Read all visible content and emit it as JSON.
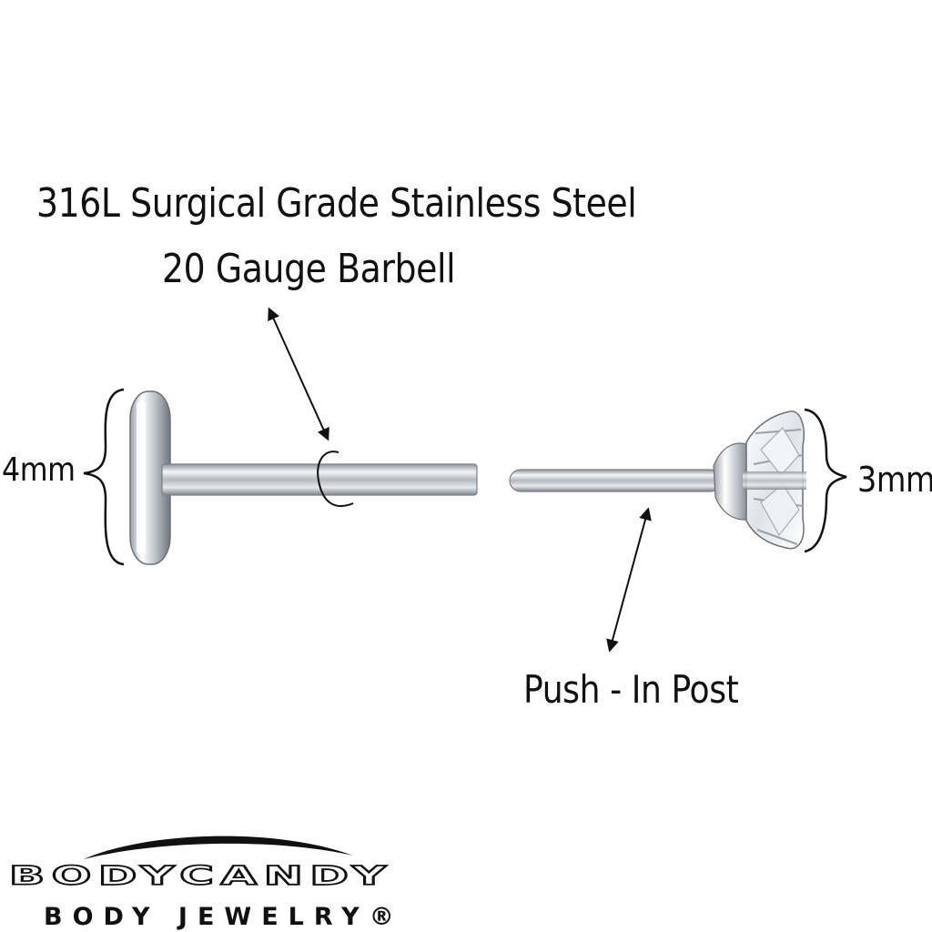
{
  "labels": {
    "material": "316L Surgical Grade Stainless Steel",
    "gauge": "20 Gauge Barbell",
    "disc_size": "4mm",
    "gem_size": "3mm",
    "post_type": "Push - In Post"
  },
  "brand": {
    "name": "BODYCANDY",
    "tagline": "BODY JEWELRY®"
  },
  "colors": {
    "text": "#111111",
    "background": "#ffffff",
    "steel": "#c8ccd2"
  }
}
